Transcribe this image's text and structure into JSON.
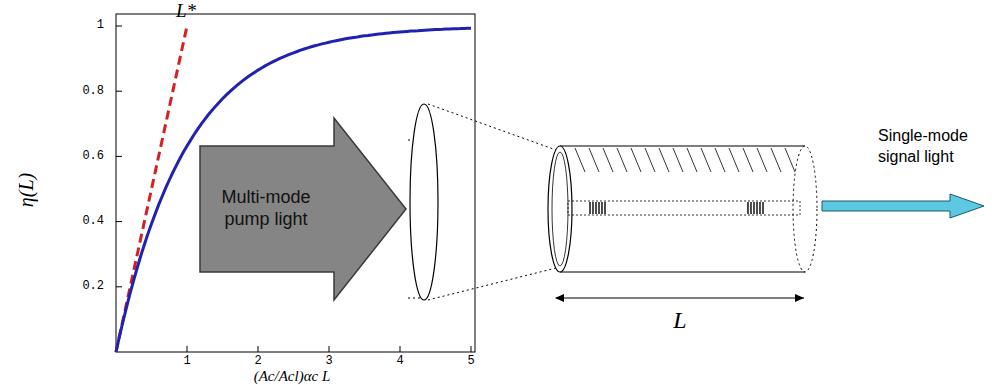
{
  "diagram": {
    "nodes": [
      {
        "text": [
          "Multi-mode pump light"
        ]
      }
    ],
    "labels": [
      "L*",
      "1",
      "0.8",
      "0.6",
      "0.4",
      "0.2",
      "1",
      "2",
      "3",
      "4",
      "5",
      "η(L)",
      "(Ac/Acl)αc L",
      "L",
      "Single-mode signal light"
    ]
  }
}
